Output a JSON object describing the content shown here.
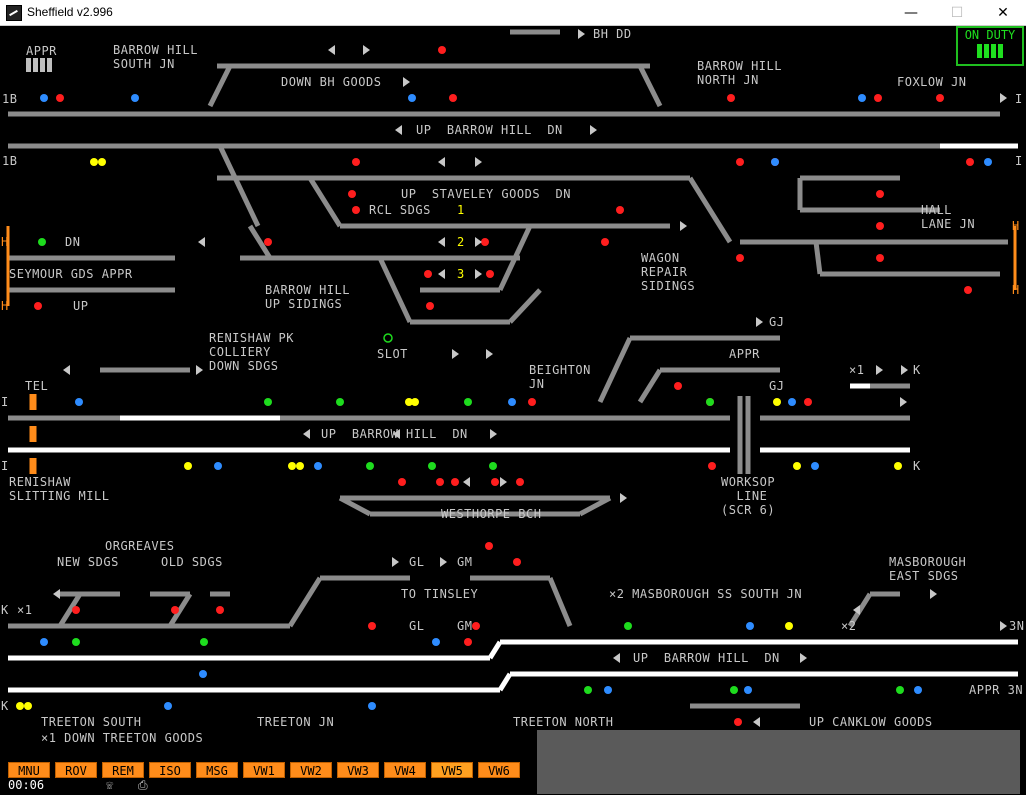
{
  "window": {
    "title": "Sheffield v2.996",
    "minimize": "—",
    "maximize": "☐",
    "close": "✕"
  },
  "status": {
    "on_duty": "ON DUTY"
  },
  "labels": {
    "appr_top": "APPR",
    "barrow_hill_south_jn": "BARROW HILL\nSOUTH JN",
    "bh_dd": "BH DD",
    "down_bh_goods": "DOWN BH GOODS",
    "barrow_hill_north_jn": "BARROW HILL\nNORTH JN",
    "foxlow_jn": "FOXLOW JN",
    "b1_top": "1B",
    "b1_bot": "1B",
    "i_right_top": "I",
    "i_right_bot": "I",
    "up_barrow_hill_dn_1": "UP  BARROW HILL  DN",
    "up_staveley_goods_dn": "UP  STAVELEY GOODS  DN",
    "rcl_sdgs": "RCL SDGS",
    "num1": "1",
    "num2": "2",
    "num3": "3",
    "hall_lane_jn": "HALL\nLANE JN",
    "h_left_top": "H",
    "h_left_bot": "H",
    "h_right_top": "H",
    "h_right_bot": "H",
    "dn_seymour": "DN",
    "seymour_gds_appr": "SEYMOUR GDS APPR",
    "up_seymour": "UP",
    "barrow_hill_up_sidings": "BARROW HILL\nUP SIDINGS",
    "wagon_repair_sidings": "WAGON\nREPAIR\nSIDINGS",
    "renishaw_pk": "RENISHAW PK\nCOLLIERY\nDOWN SDGS",
    "slot": "SLOT",
    "gj_top": "GJ",
    "appr_mid": "APPR",
    "gj_mid": "GJ",
    "x1_right": "×1",
    "k_right_top": "K",
    "k_right_bot": "K",
    "tel": "TEL",
    "beighton_jn": "BEIGHTON\nJN",
    "i_left_top": "I",
    "i_left_bot": "I",
    "up_barrow_hill_dn_2": "UP  BARROW HILL  DN",
    "renishaw_slitting_mill": "RENISHAW\nSLITTING MILL",
    "westhorpe_bch": "WESTHORPE BCH",
    "worksop_line": "WORKSOP\n  LINE\n(SCR 6)",
    "orgreaves": "ORGREAVES",
    "new_sdgs": "NEW SDGS",
    "old_sdgs": "OLD SDGS",
    "gl_top": "GL",
    "gm_top": "GM",
    "to_tinsley": "TO TINSLEY",
    "masborough_east_sdgs": "MASBOROUGH\nEAST SDGS",
    "x2_masborough": "×2 MASBOROUGH SS SOUTH JN",
    "k_left_top": "K",
    "x1_left": "×1",
    "gl_bot": "GL",
    "gm_bot": "GM",
    "x2_right": "×2",
    "n3_top": "3N",
    "up_barrow_hill_dn_3": "UP  BARROW HILL  DN",
    "appr_3n": "APPR 3N",
    "k_left_bot": "K",
    "treeton_south": "TREETON SOUTH",
    "x1_down_treeton": "×1 DOWN TREETON GOODS",
    "treeton_jn": "TREETON JN",
    "treeton_north": "TREETON NORTH",
    "up_canklow_goods": "UP CANKLOW GOODS"
  },
  "toolbar": {
    "buttons": [
      "MNU",
      "ROV",
      "REM",
      "ISO",
      "MSG",
      "VW1",
      "VW2",
      "VW3",
      "VW4",
      "VW5",
      "VW6"
    ],
    "active": "VW5"
  },
  "clock": "00:06",
  "icons": {
    "phone": "telephone-icon",
    "printer": "printer-icon"
  },
  "colors": {
    "track_grey": "#8c8c8c",
    "track_white": "#ffffff",
    "signal_red": "#ff1e1e",
    "signal_yellow": "#ffff00",
    "signal_green": "#1edc1e",
    "signal_blue": "#2e8cff",
    "button_orange": "#ff8c1a",
    "duty_green": "#1fdf1f"
  }
}
